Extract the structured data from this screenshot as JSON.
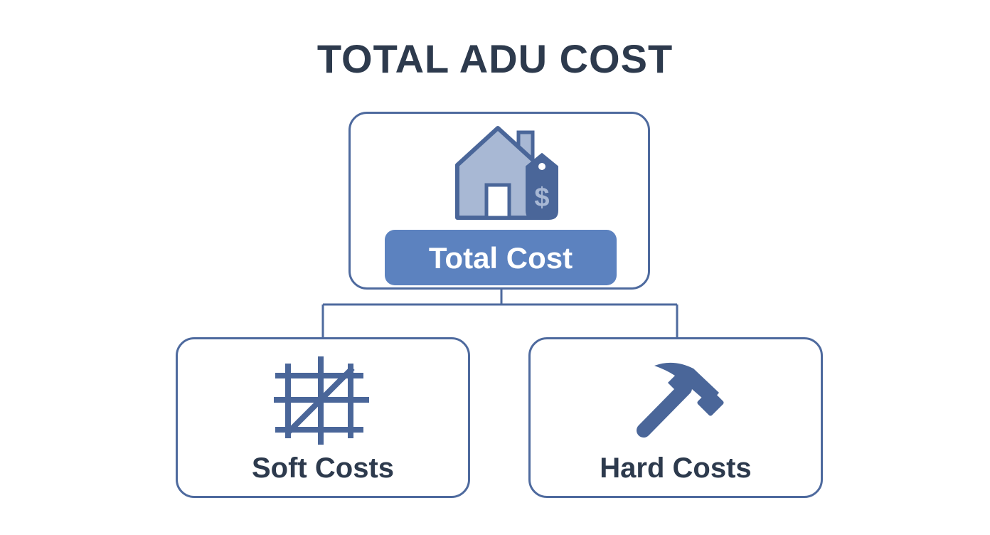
{
  "diagram": {
    "title": "TOTAL ADU COST",
    "root": {
      "label": "Total Cost",
      "icon": "house-price-tag-icon"
    },
    "children": [
      {
        "label": "Soft Costs",
        "icon": "blueprint-grid-icon"
      },
      {
        "label": "Hard Costs",
        "icon": "hammer-icon"
      }
    ]
  },
  "colors": {
    "border": "#4e6a9e",
    "accent": "#5c82bf",
    "text": "#2d3a4d",
    "icon_fill_light": "#a8b8d4",
    "icon_fill_dark": "#4a6699"
  }
}
